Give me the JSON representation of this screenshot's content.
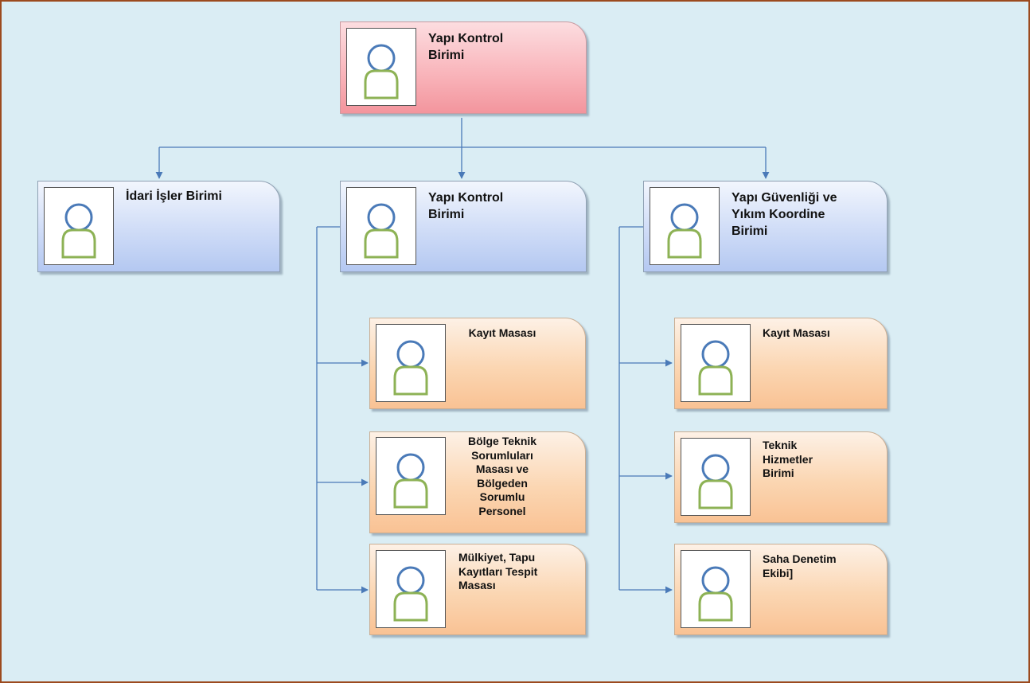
{
  "colors": {
    "frame": "#9c4a1e",
    "background": "#daedf4",
    "connector": "#4a7ab8",
    "root_box": "#f9b6bc",
    "unit_box": "#cfdcf7",
    "desk_box": "#fbd6b2",
    "avatar_head": "#4a7ab8",
    "avatar_body": "#8db255"
  },
  "icons": {
    "avatar": "person-avatar-icon"
  },
  "nodes": {
    "root": "Yapı Kontrol\nBirimi",
    "idari": "İdari İşler Birimi",
    "kontrol": "Yapı Kontrol\nBirimi",
    "guvenlik": "Yapı Güvenliği ve\nYıkım Koordine\nBirimi",
    "kayit1": "Kayıt Masası",
    "bolge": "Bölge Teknik\nSorumluları\nMasası ve\nBölgeden\nSorumlu\nPersonel",
    "mulkiyet": "Mülkiyet, Tapu\nKayıtları Tespit\nMasası",
    "kayit2": "Kayıt Masası",
    "teknik": "Teknik\nHizmetler\nBirimi",
    "saha": "Saha Denetim\nEkibi]"
  }
}
